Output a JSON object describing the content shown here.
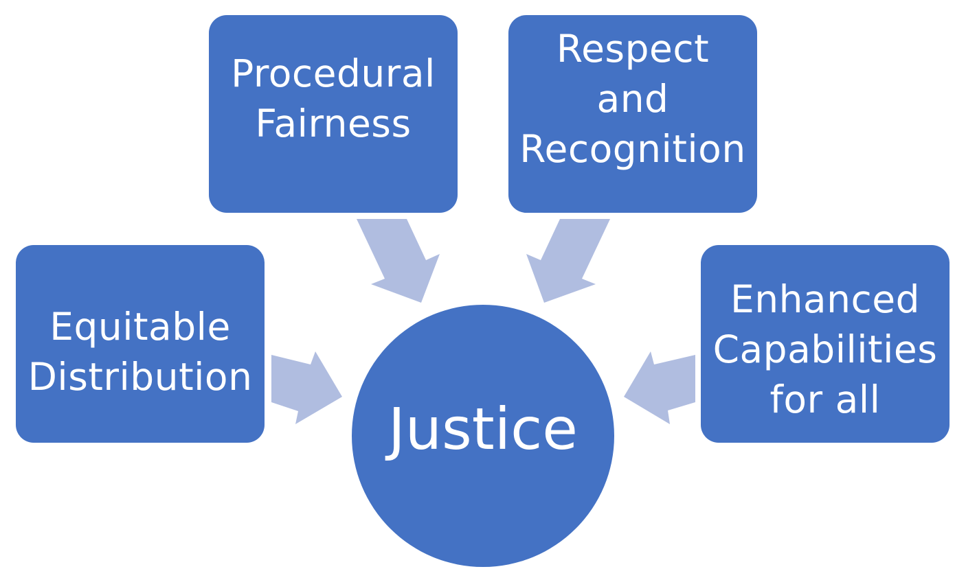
{
  "diagram": {
    "center": {
      "label": "Justice"
    },
    "nodes": [
      {
        "id": "procedural",
        "label": "Procedural\nFairness"
      },
      {
        "id": "respect",
        "label": "Respect and\nRecognition"
      },
      {
        "id": "equitable",
        "label": "Equitable\nDistribution"
      },
      {
        "id": "enhanced",
        "label": "Enhanced\nCapabilities\nfor all"
      }
    ],
    "colors": {
      "box_fill": "#4472c4",
      "arrow_fill": "#b0bde0",
      "text": "#ffffff",
      "background": "#ffffff"
    },
    "arrow_direction": "inward-to-center"
  }
}
